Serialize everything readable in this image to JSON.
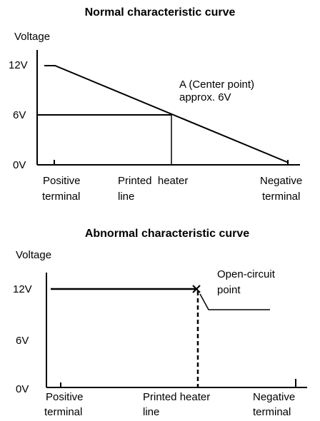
{
  "normal": {
    "title": "Normal characteristic curve",
    "ylabel": "Voltage",
    "y_ticks": [
      "12V",
      "6V",
      "0V"
    ],
    "x_labels": {
      "positive": [
        "Positive",
        "terminal"
      ],
      "printed": [
        "Printed  heater",
        "line"
      ],
      "negative": [
        "Negative",
        "terminal"
      ]
    },
    "annotation": [
      "A (Center point)",
      "approx. 6V"
    ]
  },
  "abnormal": {
    "title": "Abnormal characteristic curve",
    "ylabel": "Voltage",
    "y_ticks": [
      "12V",
      "6V",
      "0V"
    ],
    "x_labels": {
      "positive": [
        "Positive",
        "terminal"
      ],
      "printed": [
        "Printed heater",
        "line"
      ],
      "negative": [
        "Negative",
        "terminal"
      ]
    },
    "annotation": [
      "Open-circuit",
      "point"
    ]
  }
}
